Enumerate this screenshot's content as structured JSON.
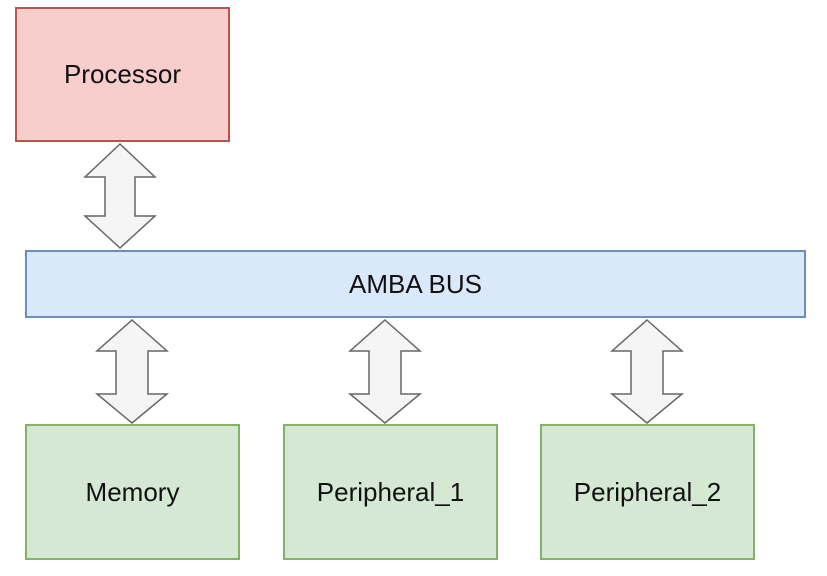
{
  "diagram": {
    "processor_label": "Processor",
    "bus_label": "AMBA BUS",
    "memory_label": "Memory",
    "peripheral_1_label": "Peripheral_1",
    "peripheral_2_label": "Peripheral_2"
  },
  "colors": {
    "processor_fill": "#f8cecc",
    "processor_stroke": "#b85450",
    "bus_fill": "#dae8fc",
    "bus_stroke": "#6c8ebf",
    "module_fill": "#d5e8d4",
    "module_stroke": "#82b366",
    "arrow_fill": "#f5f5f5",
    "arrow_stroke": "#666666"
  }
}
